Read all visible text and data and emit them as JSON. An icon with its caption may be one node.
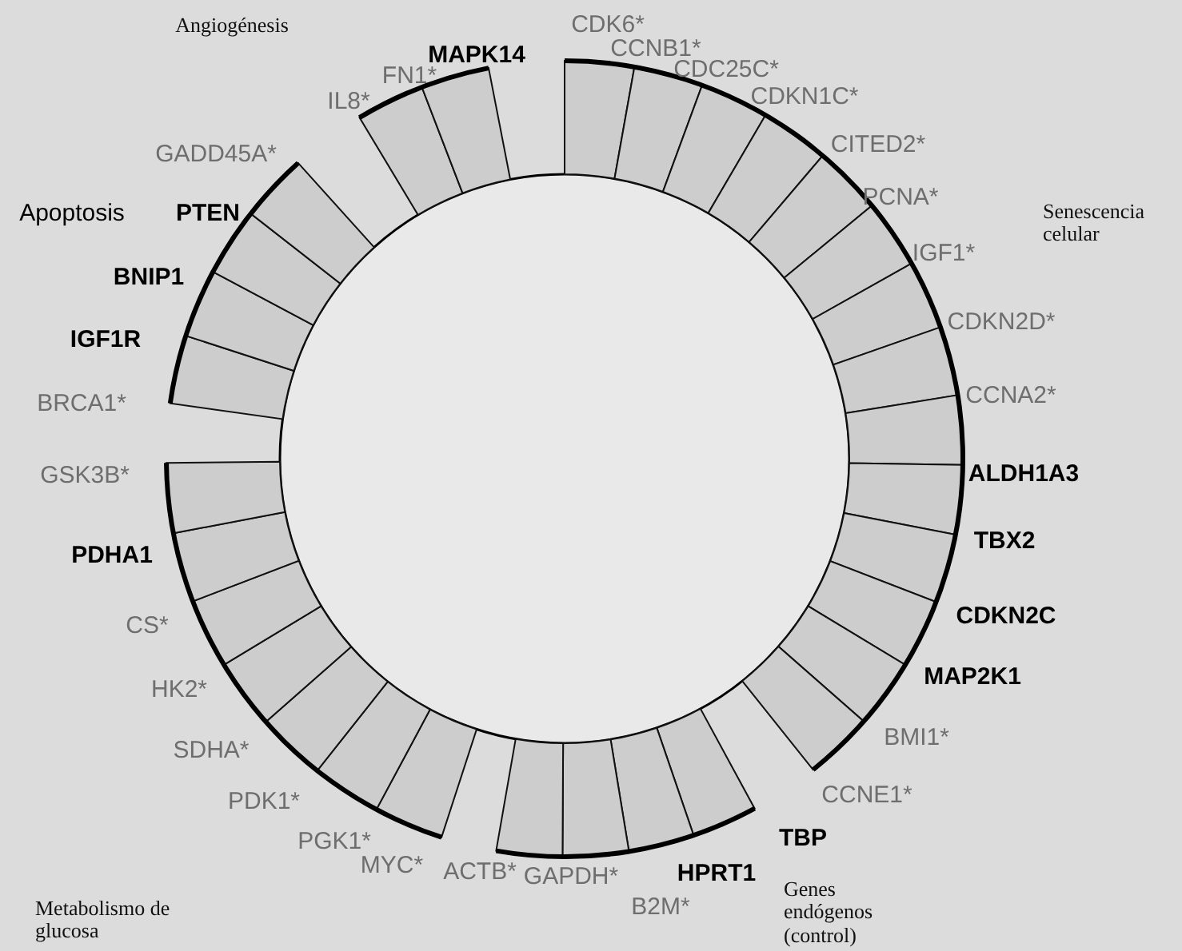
{
  "diagram": {
    "labels": [
      "Angiogénesis",
      "IL8*",
      "FN1*",
      "MAPK14",
      "CDK6*",
      "CCNB1*",
      "CDC25C*",
      "CDKN1C*",
      "CITED2*",
      "PCNA*",
      "IGF1*",
      "Senescencia celular",
      "CDKN2D*",
      "CCNA2*",
      "ALDH1A3",
      "TBX2",
      "CDKN2C",
      "MAP2K1",
      "BMI1*",
      "CCNE1*",
      "TBP",
      "HPRT1",
      "B2M*",
      "GAPDH*",
      "ACTB*",
      "Genes endógenos (control)",
      "MYC*",
      "PGK1*",
      "PDK1*",
      "SDHA*",
      "HK2*",
      "CS*",
      "PDHA1",
      "GSK3B*",
      "Metabolismo de glucosa",
      "BRCA1*",
      "IGF1R",
      "BNIP1",
      "PTEN",
      "Apoptosis",
      "GADD45A*"
    ]
  }
}
